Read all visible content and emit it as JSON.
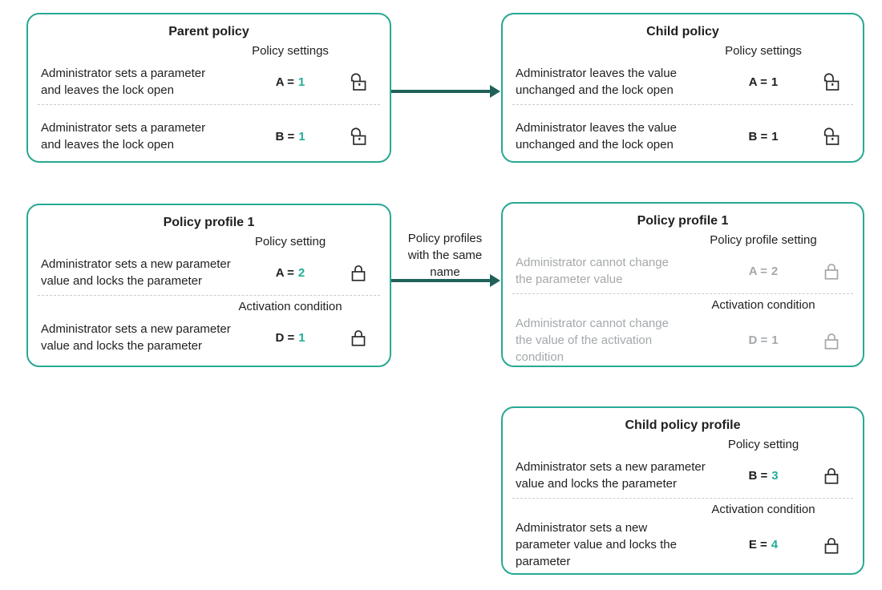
{
  "colors": {
    "box_border": "#28A894",
    "accent": "#1FAE94",
    "arrow": "#1F6158",
    "text": "#1F1F1F",
    "muted": "#A4A8AB",
    "divider": "#C8CBCD"
  },
  "arrows": {
    "middle": {
      "label": "Policy profiles\nwith the same\nname"
    }
  },
  "boxes": {
    "parent": {
      "title": "Parent policy",
      "sections": [
        {
          "label": "Policy settings",
          "rows": [
            {
              "desc": "Administrator sets a parameter\nand leaves the lock open",
              "param": "A =",
              "value": "1",
              "lock": "open",
              "accent": true,
              "muted": false
            }
          ]
        },
        {
          "label": "",
          "rows": [
            {
              "desc": "Administrator sets a parameter\nand leaves the lock open",
              "param": "B =",
              "value": "1",
              "lock": "open",
              "accent": true,
              "muted": false
            }
          ]
        }
      ]
    },
    "child": {
      "title": "Child policy",
      "sections": [
        {
          "label": "Policy settings",
          "rows": [
            {
              "desc": "Administrator leaves the value\nunchanged and the lock open",
              "param": "A =",
              "value": "1",
              "lock": "open",
              "accent": false,
              "muted": false
            }
          ]
        },
        {
          "label": "",
          "rows": [
            {
              "desc": "Administrator leaves the value\nunchanged and the lock open",
              "param": "B =",
              "value": "1",
              "lock": "open",
              "accent": false,
              "muted": false
            }
          ]
        }
      ]
    },
    "profile1": {
      "title": "Policy profile 1",
      "sections": [
        {
          "label": "Policy setting",
          "rows": [
            {
              "desc": "Administrator sets a new parameter\nvalue and locks the parameter",
              "param": "A =",
              "value": "2",
              "lock": "closed",
              "accent": true,
              "muted": false
            }
          ]
        },
        {
          "label": "Activation condition",
          "rows": [
            {
              "desc": "Administrator sets a new parameter\nvalue and locks the parameter",
              "param": "D =",
              "value": "1",
              "lock": "closed",
              "accent": true,
              "muted": false
            }
          ]
        }
      ]
    },
    "profile1_child": {
      "title": "Policy profile 1",
      "sections": [
        {
          "label": "Policy profile setting",
          "rows": [
            {
              "desc": "Administrator cannot change\nthe parameter value",
              "param": "A =",
              "value": "2",
              "lock": "closed",
              "accent": false,
              "muted": true
            }
          ]
        },
        {
          "label": "Activation condition",
          "rows": [
            {
              "desc": "Administrator cannot change\nthe value of the activation\ncondition",
              "param": "D =",
              "value": "1",
              "lock": "closed",
              "accent": false,
              "muted": true
            }
          ]
        }
      ]
    },
    "child_profile": {
      "title": "Child policy profile",
      "sections": [
        {
          "label": "Policy setting",
          "rows": [
            {
              "desc": "Administrator sets a new parameter\nvalue and locks the parameter",
              "param": "B =",
              "value": "3",
              "lock": "closed",
              "accent": true,
              "muted": false
            }
          ]
        },
        {
          "label": "Activation condition",
          "rows": [
            {
              "desc": "Administrator sets a new\nparameter value and locks the\nparameter",
              "param": "E =",
              "value": "4",
              "lock": "closed",
              "accent": true,
              "muted": false
            }
          ]
        }
      ]
    }
  }
}
